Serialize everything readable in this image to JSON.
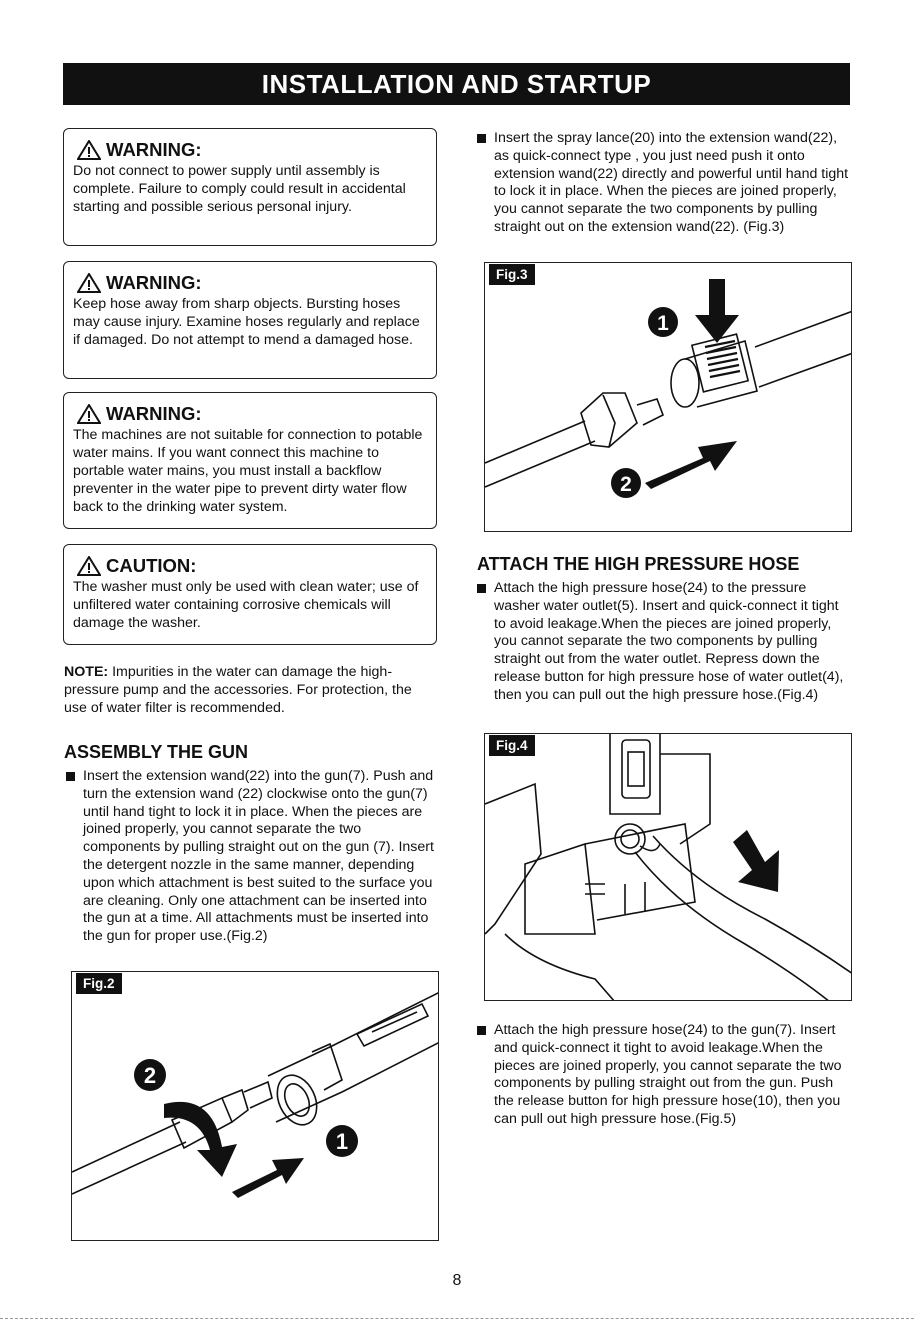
{
  "header": {
    "title": "INSTALLATION AND STARTUP"
  },
  "warnings": [
    {
      "title": "WARNING:",
      "text": "Do not connect to power supply until assembly is complete. Failure to comply could result in accidental starting and possible serious personal injury."
    },
    {
      "title": "WARNING:",
      "text": "Keep hose away from sharp objects. Bursting hoses may cause injury. Examine hoses regularly and replace if damaged. Do not attempt to mend a damaged hose."
    },
    {
      "title": "WARNING:",
      "text": "The machines are not suitable for connection to potable water mains. If you want connect this machine to portable water mains, you must install a backflow preventer in the water pipe to prevent dirty water flow back to the drinking water system."
    },
    {
      "title": "CAUTION:",
      "text": "The washer must only be used with clean water; use of unfiltered water containing corrosive chemicals will damage the washer."
    }
  ],
  "note": {
    "label": "NOTE:",
    "text": " Impurities in the water can damage the high-pressure pump and the accessories. For protection, the use of water filter is recommended."
  },
  "assembly": {
    "heading": "ASSEMBLY THE GUN",
    "text": "Insert the extension wand(22) into the gun(7). Push and turn the extension wand (22) clockwise onto the gun(7) until hand tight to lock it in place. When the pieces are joined properly, you cannot separate the two components by pulling straight out on the gun (7). Insert the detergent nozzle in the same manner, depending upon which attachment is best suited to the surface you are cleaning. Only one attachment can be inserted into the gun at a time. All attachments must be inserted into the gun for proper use.(Fig.2)"
  },
  "spray_lance": {
    "text": "Insert the spray lance(20) into the extension wand(22), as quick-connect type , you just need push it onto extension wand(22) directly and powerful until hand tight to lock it in place. When the pieces are joined properly, you cannot separate the two components by pulling straight out on the extension wand(22). (Fig.3)"
  },
  "hose": {
    "heading": "ATTACH THE HIGH PRESSURE HOSE",
    "text1": "Attach the high pressure hose(24) to the pressure washer water outlet(5). Insert and quick-connect it tight to avoid leakage.When the pieces are joined properly, you cannot separate the two components by pulling straight out from the water outlet. Repress down the release button for high pressure hose of water outlet(4), then you can pull out the high pressure hose.(Fig.4)",
    "text2": "Attach the high pressure hose(24) to the gun(7). Insert and quick-connect it tight to avoid leakage.When the pieces are joined properly, you cannot separate the two components by pulling straight out from the gun. Push the release button for high pressure hose(10), then you can pull out high pressure hose.(Fig.5)"
  },
  "figures": {
    "fig2": {
      "label": "Fig.2",
      "step_a": "2",
      "step_b": "1"
    },
    "fig3": {
      "label": "Fig.3",
      "step_a": "1",
      "step_b": "2"
    },
    "fig4": {
      "label": "Fig.4"
    }
  },
  "page_number": "8"
}
